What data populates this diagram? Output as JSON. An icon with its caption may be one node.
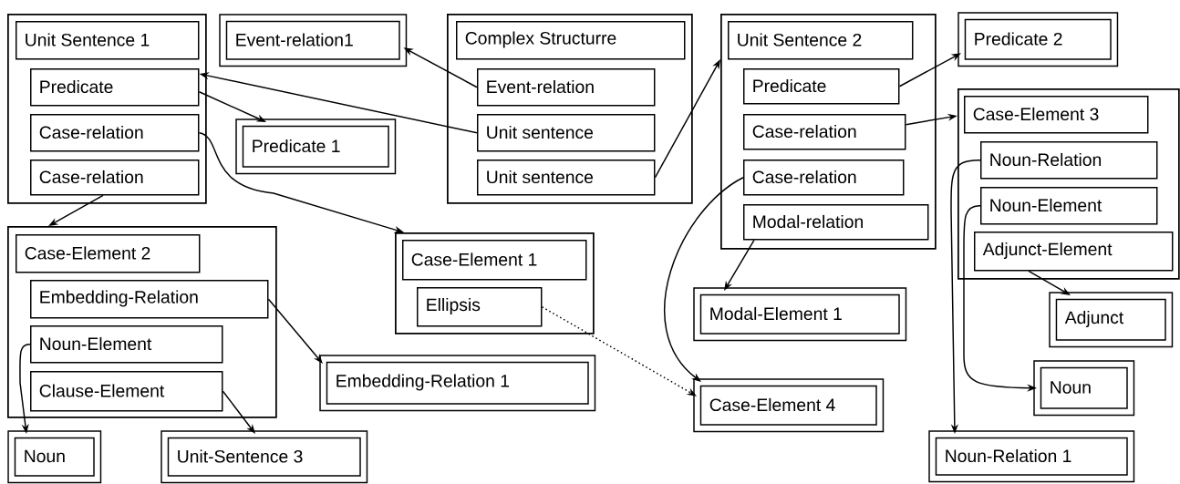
{
  "diagram": {
    "nodes": [
      {
        "text": [],
        "shape": "box"
      },
      {
        "text": [
          "Unit Sentence 1"
        ],
        "in": 0
      },
      {
        "text": [
          "Predicate"
        ],
        "in": 0
      },
      {
        "text": [
          "Case-relation"
        ],
        "in": 0
      },
      {
        "text": [
          "Case-relation"
        ],
        "in": 0
      },
      {
        "text": [
          "Event-relation1"
        ]
      },
      {
        "text": [],
        "shape": "box"
      },
      {
        "text": [
          "Complex Structurre"
        ],
        "in": 6
      },
      {
        "text": [
          "Event-relation"
        ],
        "in": 6
      },
      {
        "text": [
          "Unit sentence"
        ],
        "in": 6
      },
      {
        "text": [
          "Unit sentence"
        ],
        "in": 6
      },
      {
        "text": [],
        "shape": "box"
      },
      {
        "text": [
          "Unit Sentence 2"
        ],
        "in": 11
      },
      {
        "text": [
          "Predicate"
        ],
        "in": 11
      },
      {
        "text": [
          "Case-relation"
        ],
        "in": 11
      },
      {
        "text": [
          "Case-relation"
        ],
        "in": 11
      },
      {
        "text": [
          "Modal-relation"
        ],
        "in": 11
      },
      {
        "text": [
          "Predicate 2"
        ]
      },
      {
        "text": [
          "Predicate 1"
        ]
      },
      {
        "text": [],
        "shape": "box"
      },
      {
        "text": [
          "Case-Element 3"
        ],
        "in": 19
      },
      {
        "text": [
          "Noun-Relation"
        ],
        "in": 19
      },
      {
        "text": [
          "Noun-Element"
        ],
        "in": 19
      },
      {
        "text": [
          "Adjunct-Element"
        ],
        "in": 19
      },
      {
        "text": [],
        "shape": "box"
      },
      {
        "text": [
          "Case-Element 2"
        ],
        "in": 24
      },
      {
        "text": [
          "Embedding-Relation"
        ],
        "in": 24
      },
      {
        "text": [
          "Noun-Element"
        ],
        "in": 24
      },
      {
        "text": [
          "Clause-Element"
        ],
        "in": 24
      },
      {
        "text": [],
        "shape": "box"
      },
      {
        "text": [
          "Case-Element 1"
        ],
        "in": 29
      },
      {
        "text": [
          "Ellipsis"
        ],
        "in": 29
      },
      {
        "text": [
          "Embedding-Relation 1"
        ]
      },
      {
        "text": [
          "Modal-Element 1"
        ]
      },
      {
        "text": [
          "Adjunct"
        ]
      },
      {
        "text": [
          "Case-Element 4"
        ]
      },
      {
        "text": [
          "Noun"
        ]
      },
      {
        "text": [
          "Noun-Relation 1"
        ]
      },
      {
        "text": [
          "Noun"
        ]
      },
      {
        "text": [
          "Unit-Sentence 3"
        ]
      }
    ],
    "edges": [
      {
        "from": 2,
        "to": 18,
        "arrow": "to"
      },
      {
        "from": 9,
        "to": 2,
        "arrow": "to"
      },
      {
        "from": 8,
        "to": 5,
        "arrow": "to"
      },
      {
        "from": 10,
        "to": 11,
        "arrow": "to"
      },
      {
        "from": 3,
        "to": 29,
        "arrow": "to"
      },
      {
        "from": 4,
        "to": 24,
        "arrow": "to"
      },
      {
        "from": 13,
        "to": 17,
        "arrow": "to"
      },
      {
        "from": 14,
        "to": 19,
        "arrow": "to"
      },
      {
        "from": 15,
        "to": 35,
        "arrow": "to"
      },
      {
        "from": 16,
        "to": 33,
        "arrow": "to"
      },
      {
        "from": 31,
        "to": 35,
        "arrow": "to",
        "style": "dashed"
      },
      {
        "from": 26,
        "to": 32,
        "arrow": "to"
      },
      {
        "from": 27,
        "to": 38,
        "arrow": "to"
      },
      {
        "from": 28,
        "to": 39,
        "arrow": "to"
      },
      {
        "from": 21,
        "to": 37,
        "arrow": "to"
      },
      {
        "from": 22,
        "to": 36,
        "arrow": "to"
      },
      {
        "from": 23,
        "to": 34,
        "arrow": "to"
      }
    ]
  }
}
